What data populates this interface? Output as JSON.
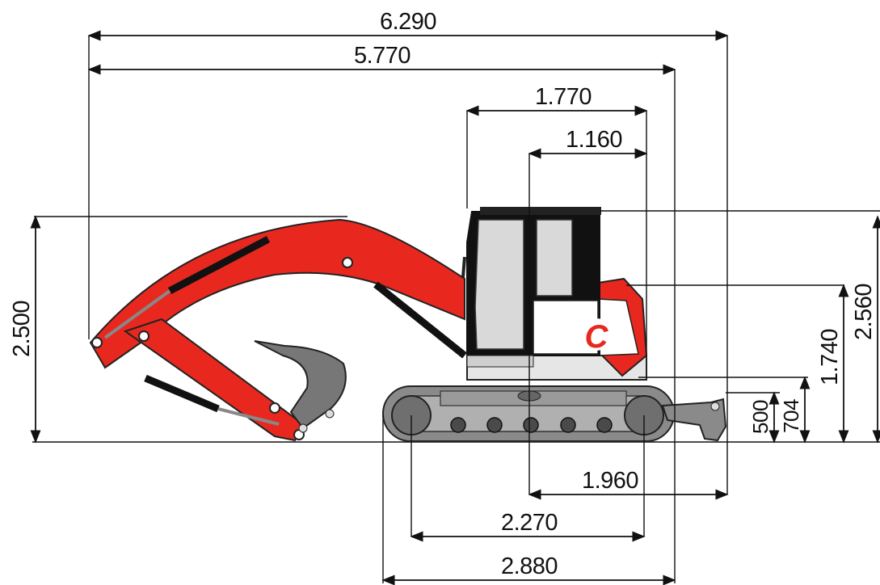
{
  "dimensions": {
    "overall_length": "6.290",
    "length_without_blade": "5.770",
    "rear_to_cab_front": "1.770",
    "rear_to_swing_center": "1.160",
    "overall_height": "2.500",
    "counterweight_to_top": "2.560",
    "counterweight_height": "1.740",
    "blade_height": "500",
    "blade_lift": "704",
    "swing_center_to_blade": "1.960",
    "tumbler_distance": "2.270",
    "track_length": "2.880"
  },
  "colors": {
    "boom_red": "#e8281e",
    "boom_red_dark": "#b5150f",
    "track_gray": "#8a8a8a",
    "track_dark": "#4a4a4a",
    "cab_black": "#111111",
    "glass_gray": "#d9d9d9",
    "bucket_gray": "#777777"
  },
  "logo": {
    "letter": "C"
  }
}
